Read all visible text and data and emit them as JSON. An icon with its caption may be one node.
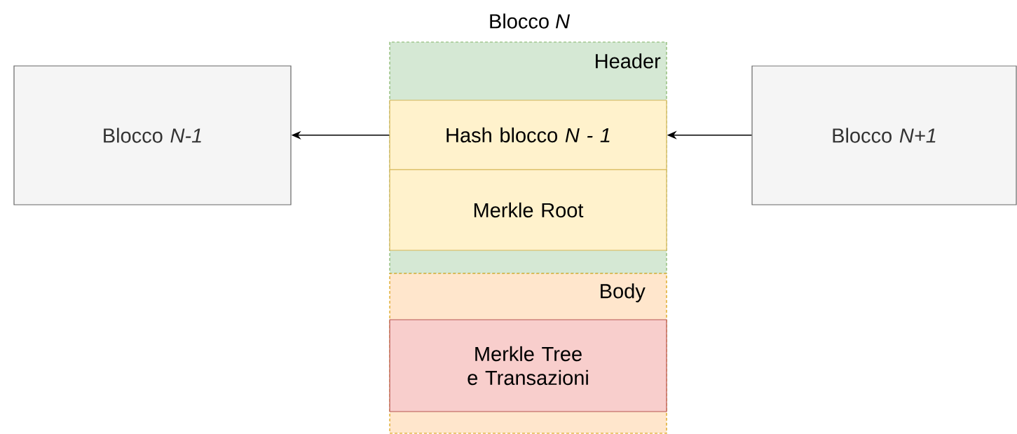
{
  "diagram": {
    "nodes": [
      {
        "text": [
          "Blocco *N-1*"
        ]
      },
      {
        "text": [
          "Header"
        ]
      },
      {
        "text": [
          "Hash blocco *N - 1*"
        ],
        "in": 1
      },
      {
        "text": [
          "Merkle Root"
        ],
        "in": 1
      },
      {
        "text": [
          "Body"
        ]
      },
      {
        "text": [
          "Merkle Tree e Transazioni"
        ],
        "in": 4
      },
      {
        "text": [
          "Blocco *N+1*"
        ]
      }
    ],
    "edges": [
      {
        "from": 2,
        "to": 0,
        "arrow": "to"
      },
      {
        "from": 6,
        "to": 2,
        "arrow": "to"
      }
    ],
    "labels": [
      "Blocco *N*"
    ]
  }
}
